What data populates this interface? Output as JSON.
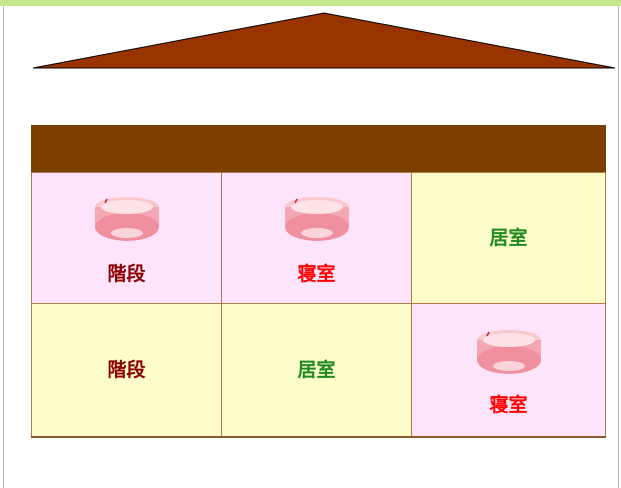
{
  "colors": {
    "roof": "#993300",
    "beam": "#7b3f00",
    "room_pink": "#fde4fb",
    "room_yellow": "#fdfdca",
    "label_stairs": "#8b0000",
    "label_bedroom": "#ff0000",
    "label_living": "#1f8a1f"
  },
  "rooms": [
    {
      "label": "階段",
      "detector": true
    },
    {
      "label": "寝室",
      "detector": true
    },
    {
      "label": "居室",
      "detector": false
    },
    {
      "label": "階段",
      "detector": false
    },
    {
      "label": "居室",
      "detector": false
    },
    {
      "label": "寝室",
      "detector": true
    }
  ]
}
